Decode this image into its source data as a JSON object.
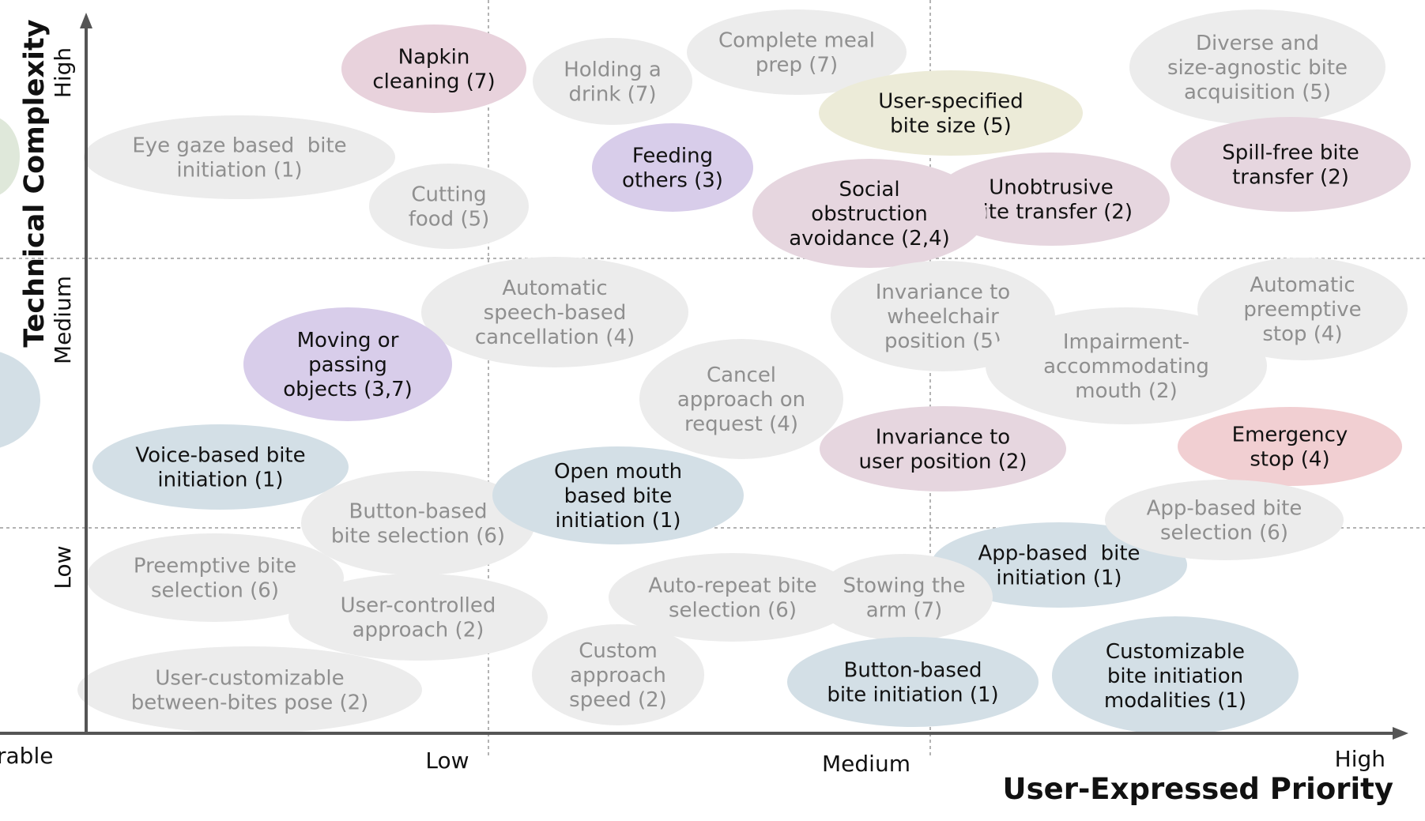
{
  "axes": {
    "y_title": "Technical Complexity",
    "x_title": "User-Expressed Priority",
    "y_ticks": {
      "high": "High",
      "medium": "Medium",
      "low": "Low"
    },
    "x_ticks": {
      "cut_off": "rable",
      "low": "Low",
      "medium": "Medium",
      "high": "High"
    }
  },
  "colors": {
    "gray_fill": "#ececec",
    "gray_text": "#8f8f8f",
    "dark_text": "#111111",
    "pink": "#e8d2dc",
    "mauve": "#e6d6df",
    "purple": "#d8cdea",
    "blue": "#d3dfe6",
    "yellow": "#ecebd8",
    "red": "#f1cfd2",
    "green": "#dfe8da"
  },
  "bubbles": [
    {
      "id": "napkin-cleaning",
      "lines": [
        "Napkin",
        "cleaning (7)"
      ],
      "style": "pink"
    },
    {
      "id": "holding-drink",
      "lines": [
        "Holding a",
        "drink (7)"
      ],
      "style": "gray"
    },
    {
      "id": "complete-meal-prep",
      "lines": [
        "Complete meal",
        "prep (7)"
      ],
      "style": "gray"
    },
    {
      "id": "diverse-bite-acquisition",
      "lines": [
        "Diverse and",
        "size-agnostic bite",
        "acquisition (5)"
      ],
      "style": "gray"
    },
    {
      "id": "user-specified-bite-size",
      "lines": [
        "User-specified",
        "bite size (5)"
      ],
      "style": "yellow"
    },
    {
      "id": "eye-gaze-bite-initiation",
      "lines": [
        "Eye gaze based  bite",
        "initiation (1)"
      ],
      "style": "gray"
    },
    {
      "id": "feeding-others",
      "lines": [
        "Feeding",
        "others (3)"
      ],
      "style": "purple"
    },
    {
      "id": "spill-free-bite-transfer",
      "lines": [
        "Spill-free bite",
        "transfer (2)"
      ],
      "style": "mauve"
    },
    {
      "id": "cutting-food",
      "lines": [
        "Cutting",
        "food (5)"
      ],
      "style": "gray"
    },
    {
      "id": "unobtrusive-bite-transfer",
      "lines": [
        "Unobtrusive",
        "bite transfer (2)"
      ],
      "style": "mauve"
    },
    {
      "id": "social-obstruction-avoidance",
      "lines": [
        "Social",
        "obstruction",
        "avoidance (2,4)"
      ],
      "style": "mauve"
    },
    {
      "id": "automatic-speech-cancellation",
      "lines": [
        "Automatic",
        "speech-based",
        "cancellation (4)"
      ],
      "style": "gray"
    },
    {
      "id": "invariance-wheelchair-position",
      "lines": [
        "Invariance to",
        "wheelchair",
        "position (5)"
      ],
      "style": "gray"
    },
    {
      "id": "automatic-preemptive-stop",
      "lines": [
        "Automatic",
        "preemptive",
        "stop (4)"
      ],
      "style": "gray"
    },
    {
      "id": "impairment-accommodating-mouth",
      "lines": [
        "Impairment-",
        "accommodating",
        "mouth (2)"
      ],
      "style": "gray"
    },
    {
      "id": "moving-passing-objects",
      "lines": [
        "Moving or",
        "passing",
        "objects (3,7)"
      ],
      "style": "purple"
    },
    {
      "id": "cancel-approach-on-request",
      "lines": [
        "Cancel",
        "approach on",
        "request (4)"
      ],
      "style": "gray"
    },
    {
      "id": "invariance-user-position",
      "lines": [
        "Invariance to",
        "user position (2)"
      ],
      "style": "mauve"
    },
    {
      "id": "emergency-stop",
      "lines": [
        "Emergency",
        "stop (4)"
      ],
      "style": "red"
    },
    {
      "id": "voice-based-bite-initiation",
      "lines": [
        "Voice-based bite",
        "initiation (1)"
      ],
      "style": "blue"
    },
    {
      "id": "button-based-bite-selection",
      "lines": [
        "Button-based",
        "bite selection (6)"
      ],
      "style": "gray"
    },
    {
      "id": "open-mouth-bite-initiation",
      "lines": [
        "Open mouth",
        "based bite",
        "initiation (1)"
      ],
      "style": "blue"
    },
    {
      "id": "app-based-bite-initiation",
      "lines": [
        "App-based  bite",
        "initiation (1)"
      ],
      "style": "blue"
    },
    {
      "id": "app-based-bite-selection",
      "lines": [
        "App-based bite",
        "selection (6)"
      ],
      "style": "gray"
    },
    {
      "id": "preemptive-bite-selection",
      "lines": [
        "Preemptive bite",
        "selection (6)"
      ],
      "style": "gray"
    },
    {
      "id": "user-controlled-approach",
      "lines": [
        "User-controlled",
        "approach (2)"
      ],
      "style": "gray"
    },
    {
      "id": "auto-repeat-bite-selection",
      "lines": [
        "Auto-repeat bite",
        "selection (6)"
      ],
      "style": "gray"
    },
    {
      "id": "stowing-the-arm",
      "lines": [
        "Stowing the",
        "arm (7)"
      ],
      "style": "gray"
    },
    {
      "id": "custom-approach-speed",
      "lines": [
        "Custom",
        "approach",
        "speed (2)"
      ],
      "style": "gray"
    },
    {
      "id": "button-based-bite-initiation",
      "lines": [
        "Button-based",
        "bite initiation (1)"
      ],
      "style": "blue"
    },
    {
      "id": "customizable-bite-initiation-modalities",
      "lines": [
        "Customizable",
        "bite initiation",
        "modalities (1)"
      ],
      "style": "blue"
    },
    {
      "id": "user-customizable-between-bites-pose",
      "lines": [
        "User-customizable",
        "between-bites pose (2)"
      ],
      "style": "gray"
    },
    {
      "id": "partial-green-edge",
      "lines": [],
      "style": "green"
    },
    {
      "id": "partial-blue-edge",
      "lines": [],
      "style": "blue"
    }
  ]
}
